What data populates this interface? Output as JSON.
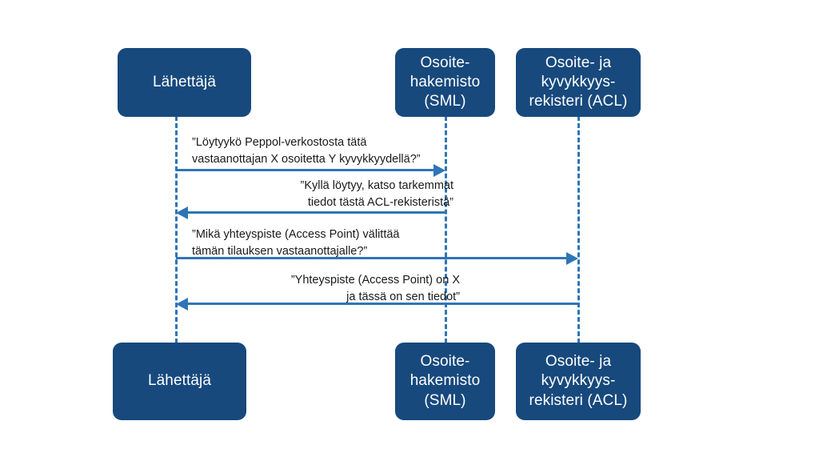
{
  "diagram": {
    "title": "Peppol-verkoston osoitehaun sekvenssikaavio",
    "colors": {
      "actor_fill": "#17497D",
      "actor_text": "#FFFFFF",
      "line": "#2E75B6",
      "label_text": "#1A1A1A",
      "background": "#FFFFFF"
    },
    "actors": [
      {
        "id": "sender",
        "label": "Lähettäjä"
      },
      {
        "id": "sml",
        "label": "Osoite-\nhakemisto\n(SML)"
      },
      {
        "id": "acl",
        "label": "Osoite- ja\nkyvykkyys-\nrekisteri (ACL)"
      }
    ],
    "messages": [
      {
        "index": 1,
        "from": "sender",
        "to": "sml",
        "direction": "right",
        "label": "”Löytyykö Peppol-verkostosta tätä\nvastaanottajan X osoitetta Y kyvykkyydellä?”"
      },
      {
        "index": 2,
        "from": "sml",
        "to": "sender",
        "direction": "left",
        "label": "”Kyllä löytyy, katso tarkemmat\ntiedot tästä ACL-rekisteristä”"
      },
      {
        "index": 3,
        "from": "sender",
        "to": "acl",
        "direction": "right",
        "label": "”Mikä yhteyspiste (Access Point) välittää\ntämän tilauksen vastaanottajalle?”"
      },
      {
        "index": 4,
        "from": "acl",
        "to": "sender",
        "direction": "left",
        "label": "”Yhteyspiste (Access Point) on X\nja tässä on sen tiedot”"
      }
    ]
  }
}
